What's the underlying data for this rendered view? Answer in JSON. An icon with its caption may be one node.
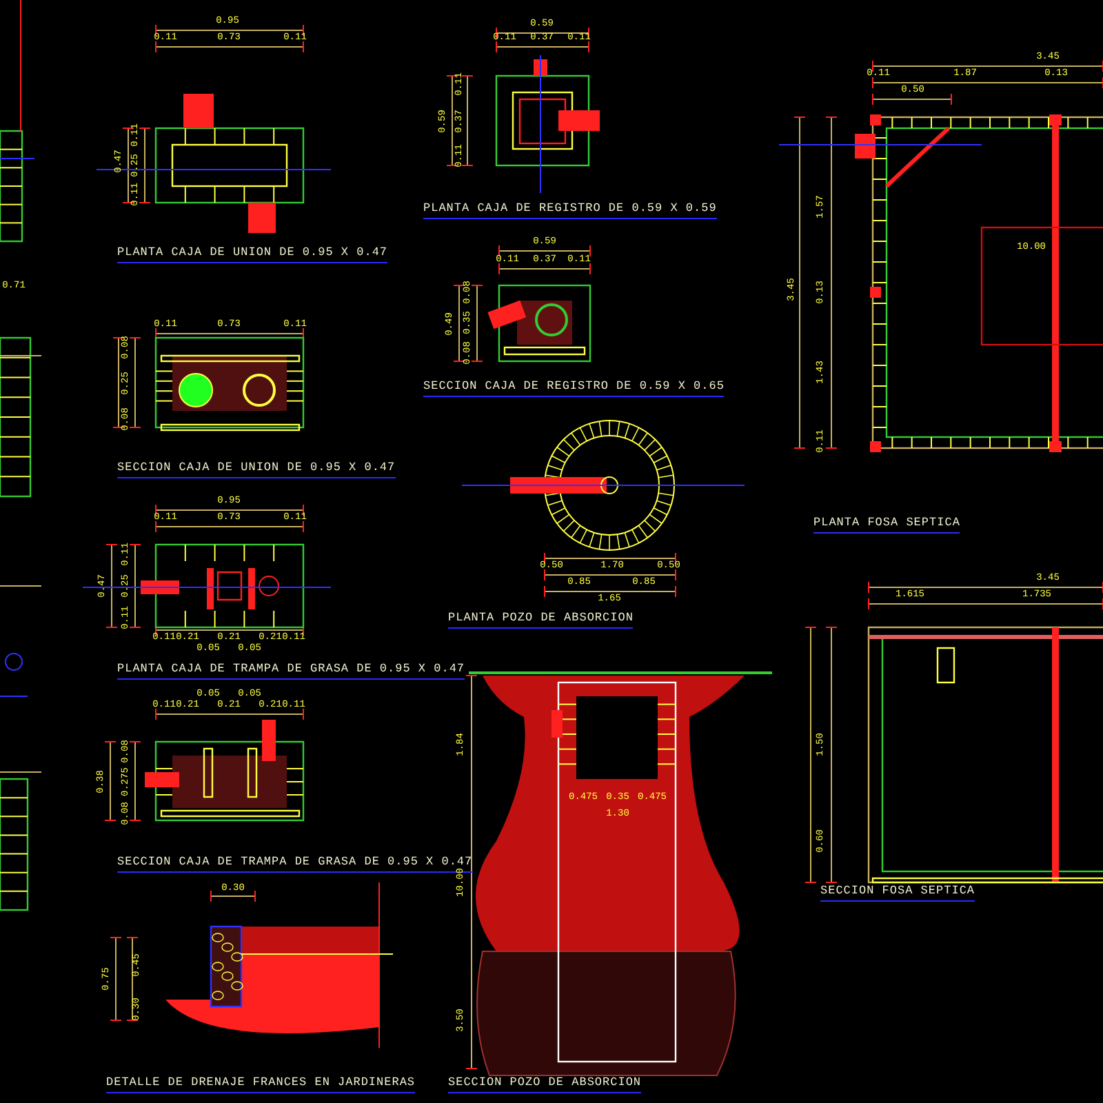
{
  "diagram": {
    "labels": [
      "0.95",
      "0.11",
      "0.73",
      "0.11",
      "0.47",
      "0.11",
      "0.25",
      "0.11",
      "PLANTA CAJA DE UNION DE 0.95 X 0.47",
      "0.71",
      "0.59",
      "0.11",
      "0.37",
      "0.11",
      "0.59",
      "0.11",
      "0.37",
      "0.11",
      "PLANTA CAJA DE REGISTRO DE 0.59 X 0.59",
      "0.59",
      "0.11",
      "0.37",
      "0.11",
      "0.49",
      "0.08",
      "0.35",
      "0.08",
      "SECCION CAJA DE REGISTRO DE 0.59 X 0.65",
      "3.45",
      "0.11",
      "1.87",
      "0.13",
      "0.50",
      "3.45",
      "1.57",
      "0.13",
      "1.43",
      "0.11",
      "10.00",
      "PLANTA FOSA SEPTICA",
      "0.11",
      "0.73",
      "0.11",
      "0.08",
      "0.25",
      "0.08",
      "SECCION CAJA DE UNION DE 0.95 X 0.47",
      "0.95",
      "0.11",
      "0.73",
      "0.11",
      "0.47",
      "0.11",
      "0.25",
      "0.11",
      "0.11",
      "0.21",
      "0.05",
      "0.21",
      "0.05",
      "0.21",
      "0.11",
      "PLANTA CAJA DE TRAMPA DE GRASA DE 0.95 X 0.47",
      "0.50",
      "1.70",
      "0.50",
      "0.85",
      "0.85",
      "1.65",
      "PLANTA POZO DE ABSORCION",
      "0.11",
      "0.21",
      "0.05",
      "0.21",
      "0.05",
      "0.21",
      "0.11",
      "0.38",
      "0.08",
      "0.275",
      "0.08",
      "SECCION CAJA DE TRAMPA DE GRASA DE 0.95 X 0.47",
      "0.30",
      "0.75",
      "0.45",
      "0.30",
      "DETALLE DE DRENAJE FRANCES EN JARDINERAS",
      "0.475",
      "0.35",
      "0.475",
      "1.30",
      "1.84",
      "10.00",
      "3.50",
      "SECCION POZO DE ABSORCION",
      "3.45",
      "1.615",
      "1.735",
      "1.50",
      "0.60",
      "SECCION FOSA SEPTICA"
    ]
  }
}
